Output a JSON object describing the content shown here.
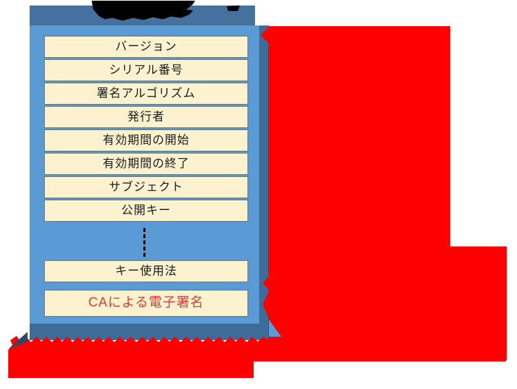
{
  "diagram": {
    "certificate_fields": [
      "バージョン",
      "シリアル番号",
      "署名アルゴリズム",
      "発行者",
      "有効期間の開始",
      "有効期間の終了",
      "サブジェクト",
      "公開キー"
    ],
    "key_usage_label": "キー使用法",
    "ca_signature_label": "CAによる電子署名"
  },
  "colors": {
    "card_fill": "#5B9BD5",
    "card_shadow": "#3E6C98",
    "header_band": "#44719E",
    "row_fill": "#FCF2CF",
    "row_border": "#69746B",
    "ca_text_red": "#E53935",
    "annotation_red": "#FE0000",
    "title_blob_black": "#000000",
    "navy_wedge": "#2C4A66"
  }
}
